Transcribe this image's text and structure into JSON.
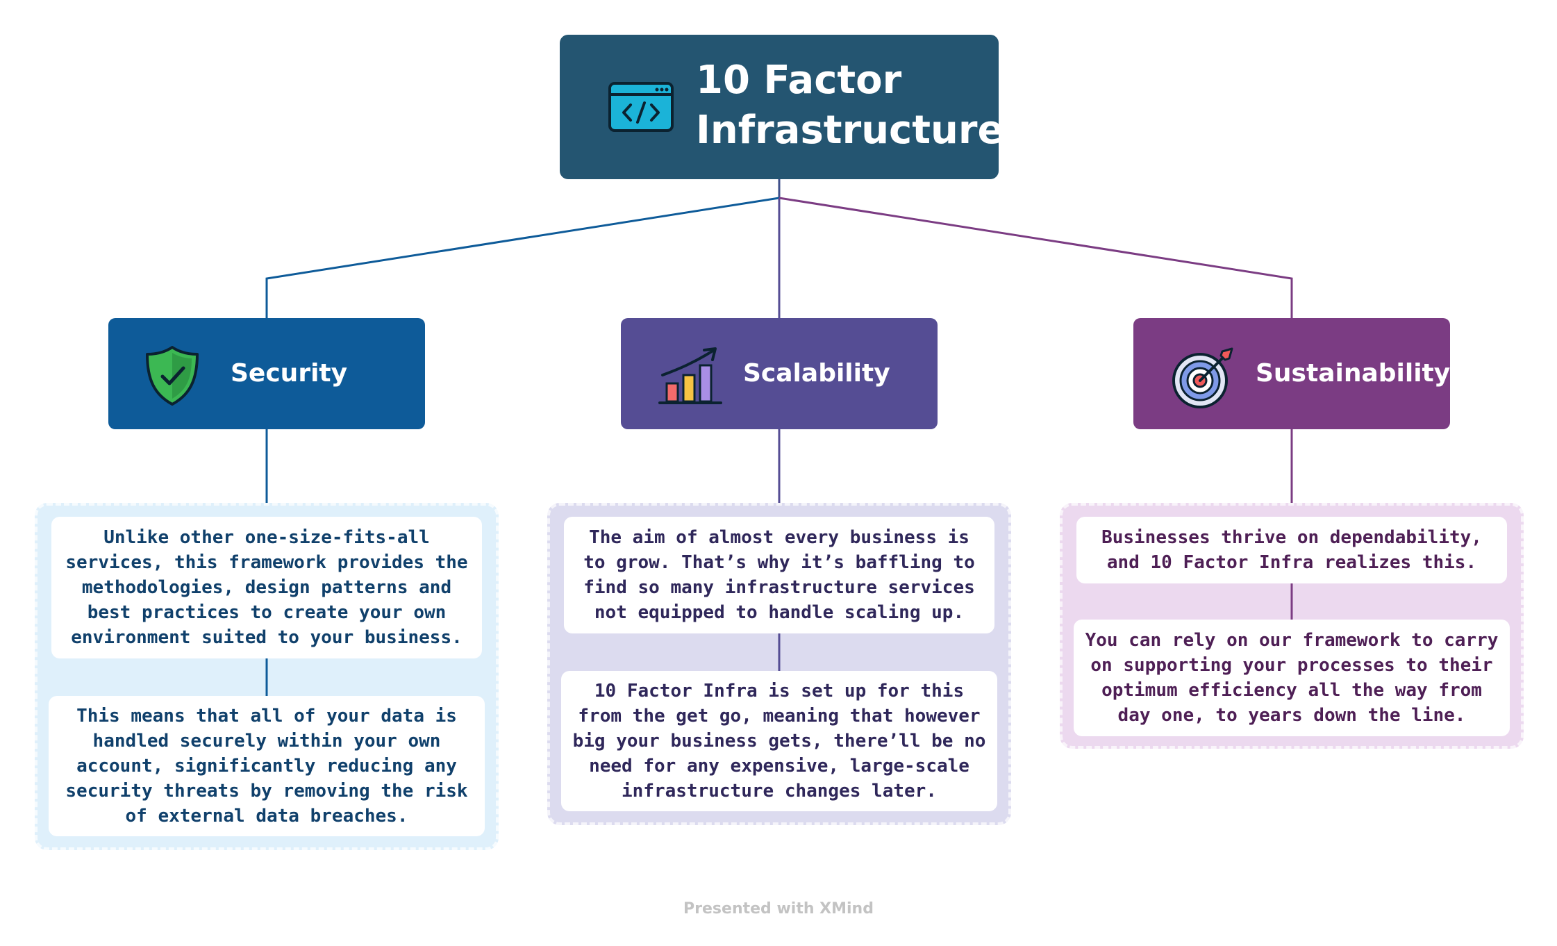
{
  "root": {
    "title_line1": "10 Factor",
    "title_line2": "Infrastructure",
    "icon": "code-window-icon"
  },
  "topics": [
    {
      "label": "Security",
      "icon": "shield-check-icon",
      "color": "#0e5b99",
      "cards": [
        "Unlike other one-size-fits-all services, this framework provides the methodologies, design patterns and best practices to create your own environment suited to your business.",
        "This means that all of your data is handled securely within your own account, significantly reducing any security threats by removing the risk of external data breaches."
      ]
    },
    {
      "label": "Scalability",
      "icon": "growth-chart-icon",
      "color": "#554d94",
      "cards": [
        "The aim of almost every business is to grow. That’s why it’s baffling to find so many infrastructure services not equipped to handle scaling up.",
        "10 Factor Infra is set up for this from the get go, meaning that however big your business gets, there’ll be no need for any expensive, large-scale infrastructure changes later."
      ]
    },
    {
      "label": "Sustainability",
      "icon": "target-icon",
      "color": "#7b3c83",
      "cards": [
        "Businesses thrive on dependability, and 10 Factor Infra realizes this.",
        "You can rely on our framework to carry on supporting your processes to their optimum efficiency all the way from day one, to years down the line."
      ]
    }
  ],
  "footer": "Presented with XMind"
}
